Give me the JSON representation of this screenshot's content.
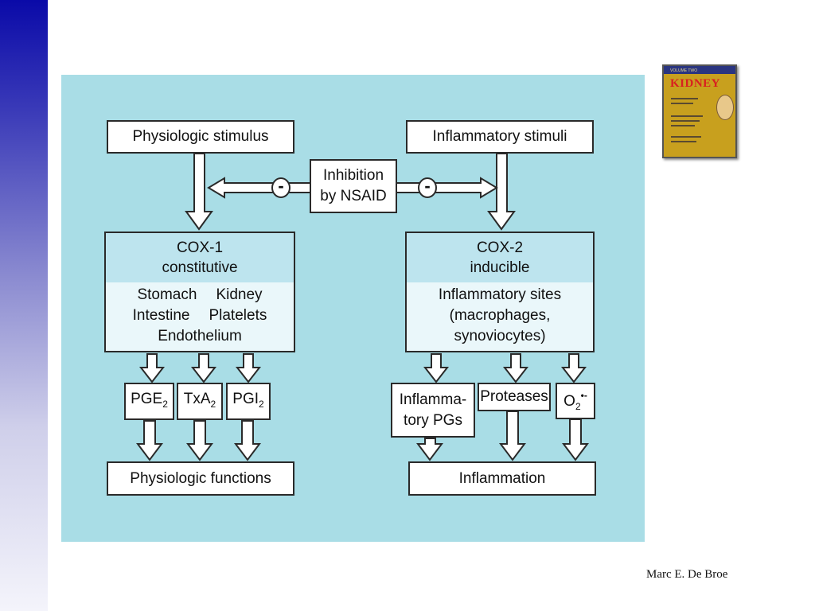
{
  "diagram": {
    "physiologic_stimulus": "Physiologic stimulus",
    "inflammatory_stimuli": "Inflammatory stimuli",
    "inhibition_line1": "Inhibition",
    "inhibition_line2": "by NSAID",
    "minus_sign": "-",
    "cox1": {
      "title": "COX-1",
      "subtitle": "constitutive",
      "sites_row1_a": "Stomach",
      "sites_row1_b": "Kidney",
      "sites_row2_a": "Intestine",
      "sites_row2_b": "Platelets",
      "sites_row3": "Endothelium"
    },
    "cox2": {
      "title": "COX-2",
      "subtitle": "inducible",
      "sites_line1": "Inflammatory sites",
      "sites_line2": "(macrophages,",
      "sites_line3": "synoviocytes)"
    },
    "pge_main": "PGE",
    "pge_sub": "2",
    "txa_main": "TxA",
    "txa_sub": "2",
    "pgi_main": "PGI",
    "pgi_sub": "2",
    "inflam_pgs_line1": "Inflamma-",
    "inflam_pgs_line2": "tory PGs",
    "proteases": "Proteases",
    "o2_main": "O",
    "o2_sub": "2",
    "o2_sup": "•-",
    "physiologic_functions": "Physiologic functions",
    "inflammation": "Inflammation"
  },
  "book": {
    "title": "KIDNEY",
    "top_text": "VOLUME TWO"
  },
  "credit": "Marc E. De Broe",
  "colors": {
    "panel": "#a9dde6",
    "box_fill": "#ffffff",
    "cox_header": "#bde4ee",
    "sidebar_top": "#0a0aa8"
  }
}
